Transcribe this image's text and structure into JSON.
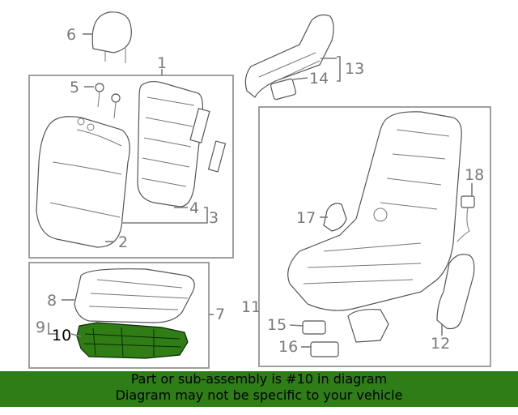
{
  "callouts": {
    "c1": "1",
    "c2": "2",
    "c3": "3",
    "c4": "4",
    "c5": "5",
    "c6": "6",
    "c7": "7",
    "c8": "8",
    "c9": "9",
    "c10": "10",
    "c11": "11",
    "c12": "12",
    "c13": "13",
    "c14": "14",
    "c15": "15",
    "c16": "16",
    "c17": "17",
    "c18": "18"
  },
  "highlight": {
    "part_number": "10",
    "color": "#2e7d16"
  },
  "banner": {
    "line1": "Part or sub-assembly is #10 in diagram",
    "line2": "Diagram may not be specific to your vehicle",
    "background": "#2e7d16"
  }
}
